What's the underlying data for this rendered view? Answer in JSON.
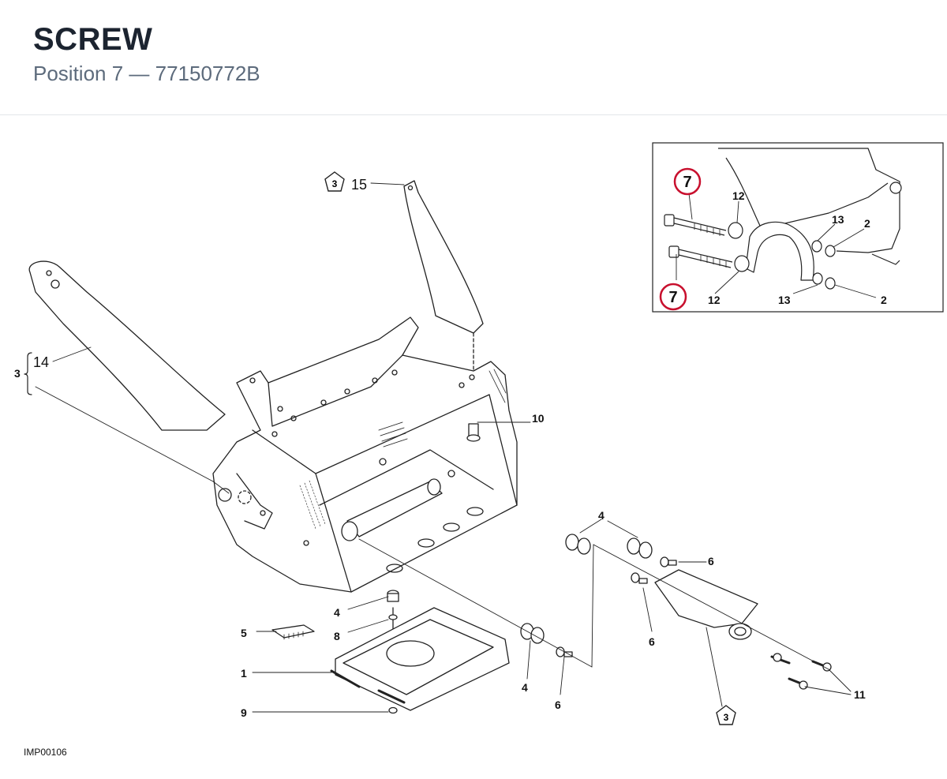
{
  "header": {
    "title": "SCREW",
    "subtitle": "Position 7 — 77150772B"
  },
  "diagram": {
    "labels": {
      "p1": "1",
      "p2": "2",
      "p3": "3",
      "p4": "4",
      "p5": "5",
      "p6": "6",
      "p7": "7",
      "p8": "8",
      "p9": "9",
      "p10": "10",
      "p11": "11",
      "p12": "12",
      "p13": "13",
      "p14": "14",
      "p15": "15"
    },
    "highlight_color": "#c8102e"
  },
  "footer": {
    "image_code": "IMP00106"
  }
}
